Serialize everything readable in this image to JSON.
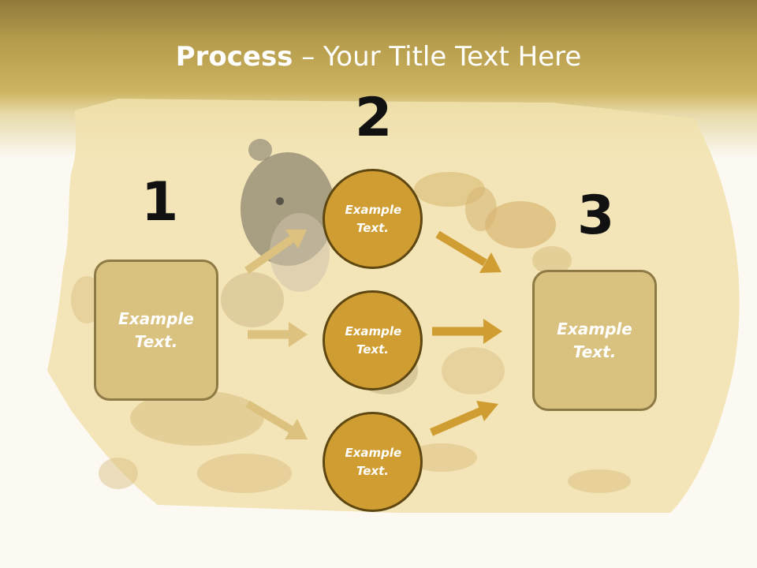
{
  "slide": {
    "title_bold": "Process",
    "title_rest": " – Your Title Text Here"
  },
  "steps": {
    "step1": {
      "number": "1",
      "text": "Example Text."
    },
    "step2": {
      "number": "2"
    },
    "step3": {
      "number": "3",
      "text": "Example Text."
    }
  },
  "circles": [
    {
      "text": "Example Text."
    },
    {
      "text": "Example Text."
    },
    {
      "text": "Example Text."
    }
  ],
  "colors": {
    "header": "#cdb460",
    "box_fill": "#d9c27f",
    "circle_fill": "#d09d32",
    "arrow_light": "#dcc27e",
    "arrow_dark": "#d09d32"
  }
}
